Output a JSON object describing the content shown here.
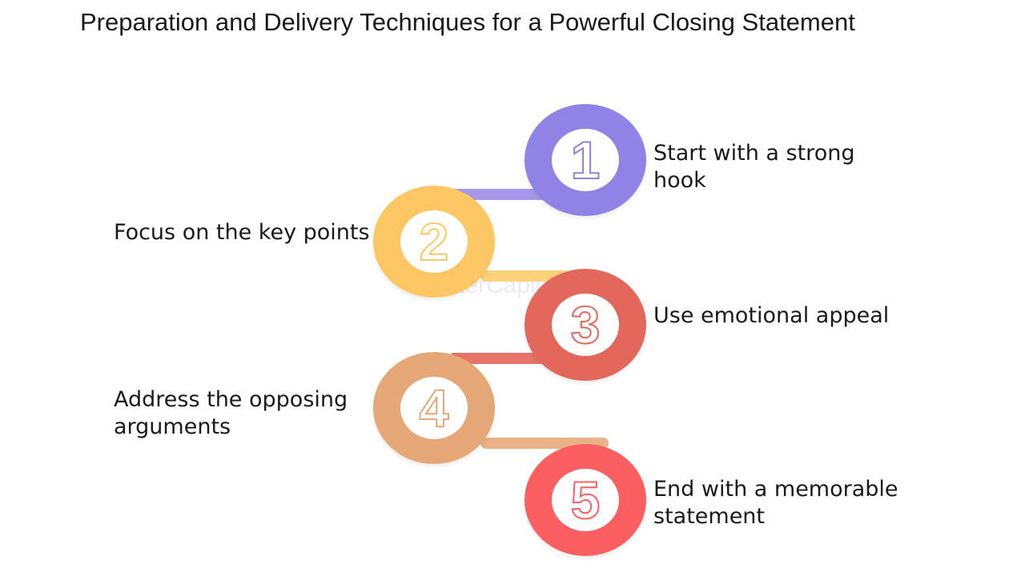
{
  "title": "Preparation and Delivery Techniques for a Powerful Closing Statement",
  "watermark": "FasterCapital",
  "steps": [
    {
      "number": "1",
      "label": "Start with a strong hook",
      "color": "#8f83e6",
      "line_color": "#a697ea"
    },
    {
      "number": "2",
      "label": "Focus on the key points",
      "color": "#fcc662",
      "line_color": "#fcd37a"
    },
    {
      "number": "3",
      "label": "Use emotional appeal",
      "color": "#e4675c",
      "line_color": "#e77469"
    },
    {
      "number": "4",
      "label": "Address the opposing arguments",
      "color": "#e5a776",
      "line_color": "#e9b386"
    },
    {
      "number": "5",
      "label": "End with a memorable statement",
      "color": "#fb5f5f",
      "line_color": "#fb6f6f"
    }
  ]
}
